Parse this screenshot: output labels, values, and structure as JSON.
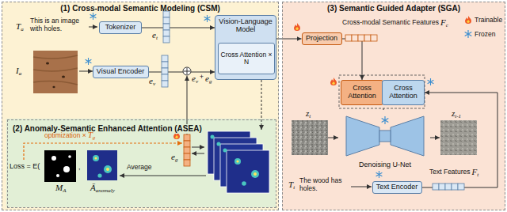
{
  "diagram": {
    "nodes": [
      {
        "text": [
          "(1) Cross-modal Semantic Modeling (CSM)"
        ]
      },
      {
        "text": [
          "(2) Anomaly-Semantic Enhanced Attention (ASEA)"
        ],
        "in": 0
      },
      {
        "text": [
          "(3) Semantic Guided Adapter (SGA)"
        ]
      },
      {
        "text": [
          "Tokenizer"
        ],
        "in": 0
      },
      {
        "text": [
          "Visual Encoder"
        ],
        "in": 0
      },
      {
        "text": [
          "Vision-Language Model"
        ],
        "in": 0
      },
      {
        "text": [
          "Cross Attention × N"
        ],
        "in": 5
      },
      {
        "text": [
          "Projection"
        ],
        "in": 2
      },
      {
        "text": [
          "Cross Attention"
        ],
        "in": 2
      },
      {
        "text": [
          "Cross Attention"
        ],
        "in": 2
      },
      {
        "text": [
          "Denoising U-Net"
        ],
        "in": 2
      },
      {
        "text": [
          "Text Encoder"
        ],
        "in": 2
      }
    ],
    "edges": [
      {
        "from": 3,
        "to": 5,
        "arrow": "to"
      },
      {
        "from": 4,
        "to": 5,
        "arrow": "to"
      },
      {
        "from": 5,
        "to": 7,
        "arrow": "to"
      },
      {
        "from": 7,
        "to": 8,
        "arrow": "to"
      },
      {
        "from": 11,
        "to": 9,
        "arrow": "to"
      }
    ],
    "labels": [
      "Ta",
      "This is an image with holes.",
      "Ia",
      "et",
      "ev",
      "ev",
      "+",
      "eg",
      "optimization ×",
      "Tg",
      "eg",
      "Loss = E(",
      "MA",
      ",",
      "Āanomaly",
      "Average",
      "Cross-modal Semantic Features",
      "Fc",
      "zt",
      "zt-1",
      "Tt",
      "The wood has holes.",
      "Text Features",
      "Ft"
    ],
    "legend": [
      {
        "text": "Trainable"
      },
      {
        "text": "Frozen"
      }
    ]
  }
}
